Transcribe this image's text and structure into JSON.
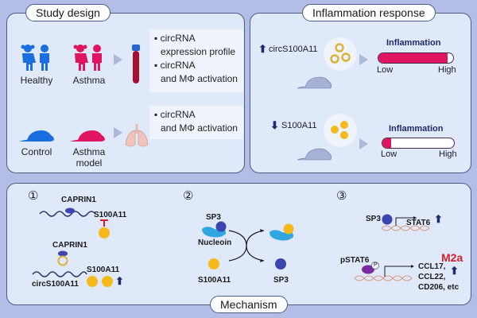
{
  "study_design": {
    "title": "Study design",
    "groups_human": [
      {
        "label": "Healthy",
        "color": "#1a6ee0"
      },
      {
        "label": "Asthma",
        "color": "#e0155f"
      }
    ],
    "groups_mouse": [
      {
        "label": "Control",
        "color": "#1a6ee0"
      },
      {
        "label": "Asthma model",
        "line1": "Asthma",
        "line2": "model",
        "color": "#e0155f"
      }
    ],
    "box1": [
      "▪ circRNA",
      "expression profile",
      "▪ circRNA",
      "and MΦ activation"
    ],
    "box2": [
      "▪ circRNA",
      "and MΦ activation"
    ]
  },
  "inflammation": {
    "title": "Inflammation response",
    "row1": {
      "direction": "up",
      "label": "circS100A11",
      "bar_title": "Inflammation",
      "low": "Low",
      "high": "High",
      "level_pct": 93
    },
    "row2": {
      "direction": "down",
      "label": "S100A11",
      "bar_title": "Inflammation",
      "low": "Low",
      "high": "High",
      "level_pct": 12
    },
    "bar_color": "#e0155f"
  },
  "mechanism": {
    "title": "Mechanism",
    "step1": {
      "num": "①",
      "caprin_a": "CAPRIN1",
      "s100_a": "S100A11",
      "caprin_b": "CAPRIN1",
      "s100_b": "S100A11",
      "circ": "circS100A11"
    },
    "step2": {
      "num": "②",
      "sp3": "SP3",
      "nucleoin": "Nucleoin",
      "s100": "S100A11",
      "sp3_out": "SP3"
    },
    "step3": {
      "num": "③",
      "sp3": "SP3",
      "stat6": "STAT6",
      "pstat6": "pSTAT6",
      "p": "P",
      "targets": [
        "CCL17,",
        "CCL22,",
        "CD206, etc"
      ],
      "m2a": "M2a"
    }
  },
  "colors": {
    "blue": "#1a6ee0",
    "magenta": "#e0155f",
    "navy": "#1c2a6b",
    "gold": "#f5b91c",
    "sp3": "#3a45b0",
    "cyan": "#2fa6e0"
  }
}
